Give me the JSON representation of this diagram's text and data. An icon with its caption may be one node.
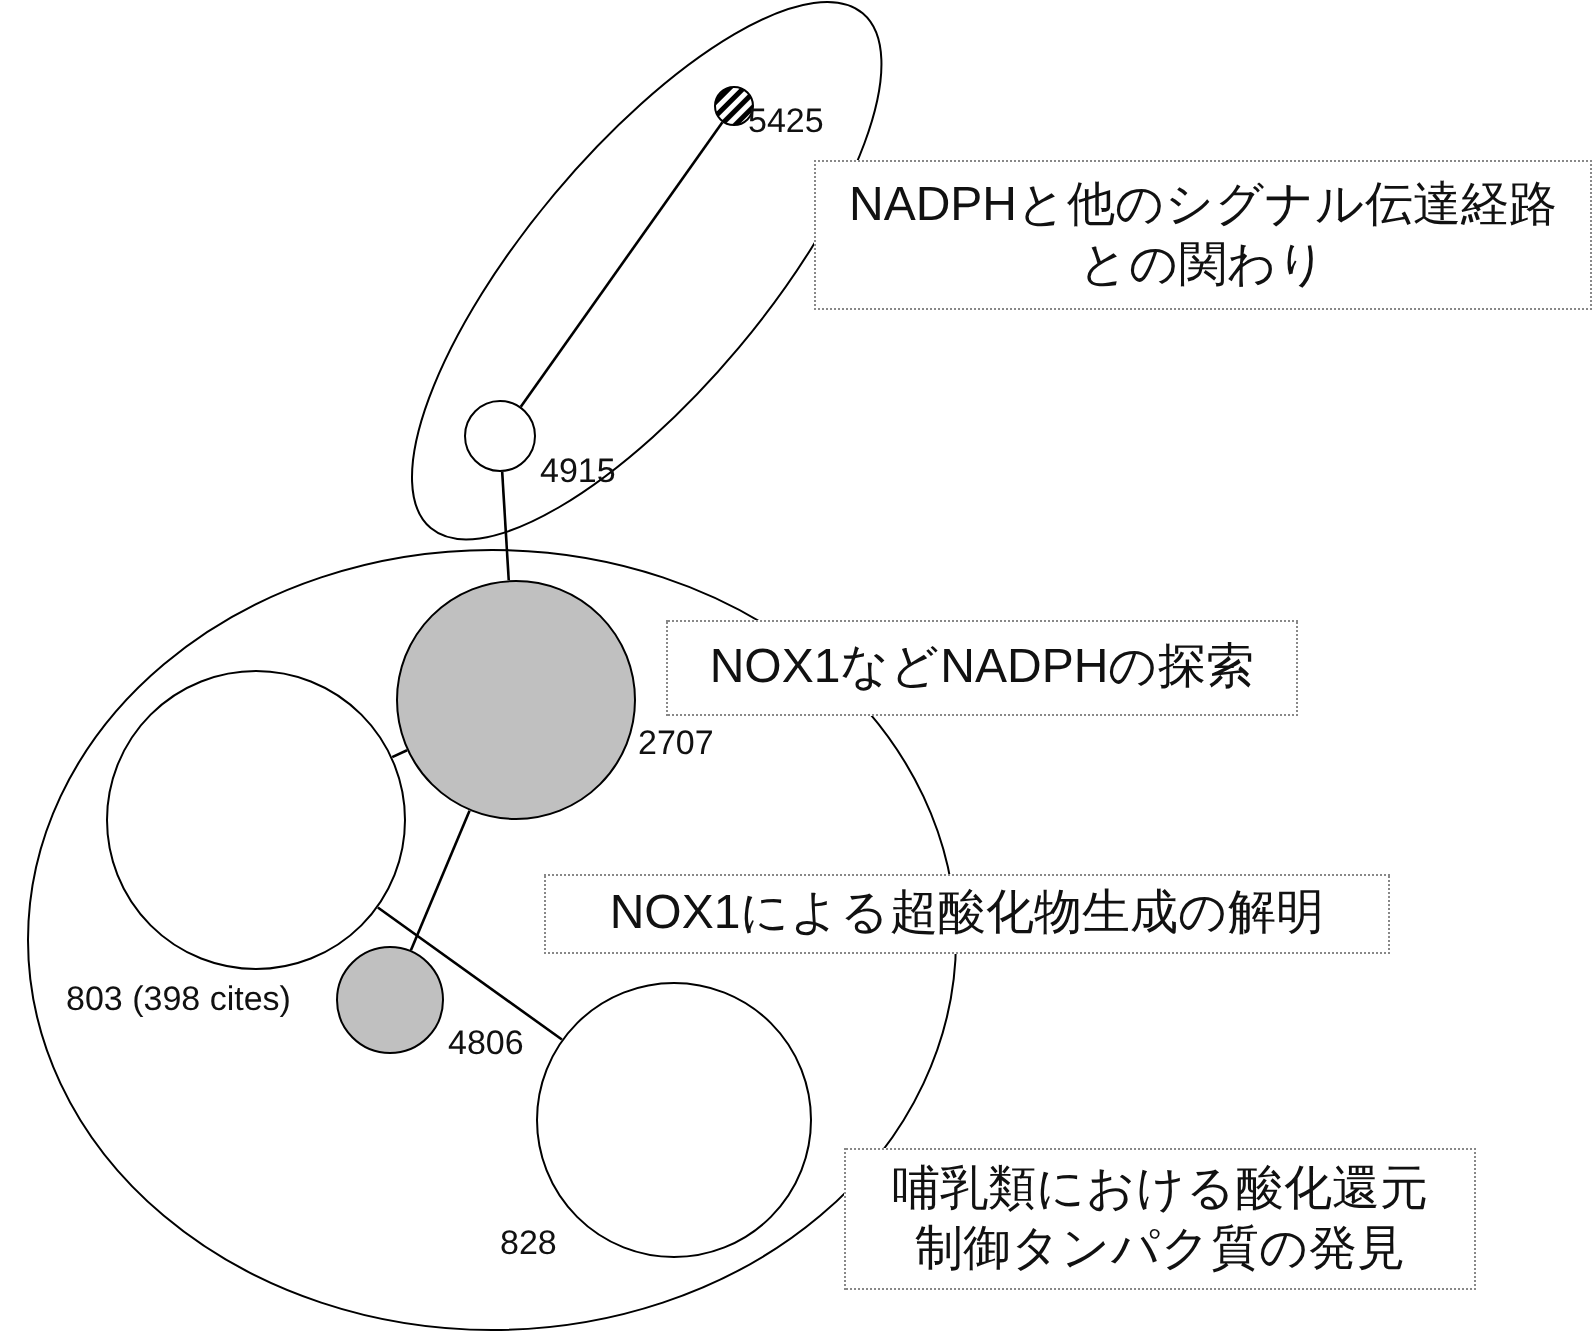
{
  "diagram": {
    "nodes": [
      {
        "text": [],
        "shape": "ellipse"
      },
      {
        "text": [],
        "shape": "circle",
        "in": 0,
        "beside": [
          "5425"
        ]
      },
      {
        "text": [],
        "shape": "circle",
        "in": 0,
        "beside": [
          "4915"
        ]
      },
      {
        "text": [
          "NADPHと他のシグナル伝達経路との関わり"
        ]
      },
      {
        "text": [],
        "shape": "ellipse"
      },
      {
        "text": [],
        "shape": "circle",
        "in": 4,
        "beside": [
          "2707"
        ]
      },
      {
        "text": [
          "NOX1などNADPHの探索"
        ]
      },
      {
        "text": [],
        "shape": "circle",
        "in": 4,
        "beside": [
          "803 (398 cites)"
        ]
      },
      {
        "text": [],
        "shape": "circle",
        "in": 4,
        "beside": [
          "4806"
        ]
      },
      {
        "text": [
          "NOX1による超酸化物生成の解明"
        ]
      },
      {
        "text": [],
        "shape": "circle",
        "in": 4,
        "beside": [
          "828"
        ]
      },
      {
        "text": [
          "哺乳類における酸化還元制御タンパク質の発見"
        ]
      }
    ],
    "edges": [
      {
        "from": 1,
        "to": 2,
        "arrow": "none"
      },
      {
        "from": 2,
        "to": 5,
        "arrow": "none"
      },
      {
        "from": 5,
        "to": 7,
        "arrow": "none"
      },
      {
        "from": 5,
        "to": 8,
        "arrow": "none"
      },
      {
        "from": 7,
        "to": 10,
        "arrow": "none"
      }
    ]
  }
}
